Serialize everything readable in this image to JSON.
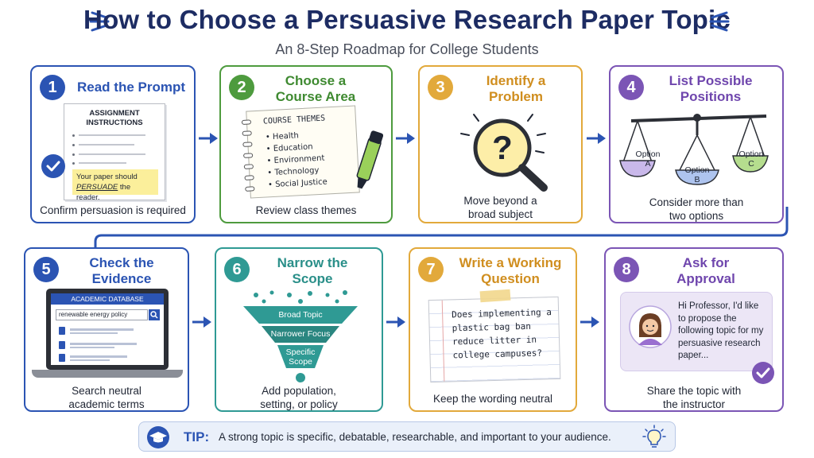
{
  "header": {
    "title": "How to Choose a Persuasive Research Paper Topic",
    "subtitle": "An 8-Step Roadmap for College Students"
  },
  "steps": [
    {
      "number": "1",
      "title": "Read the Prompt",
      "caption": "Confirm persuasion is required",
      "doc_title_1": "ASSIGNMENT",
      "doc_title_2": "INSTRUCTIONS",
      "note_1": "Your paper should",
      "note_em": "PERSUADE",
      "note_2": " the reader."
    },
    {
      "number": "2",
      "title_1": "Choose a",
      "title_2": "Course Area",
      "caption": "Review class themes",
      "notebook_title": "COURSE THEMES",
      "items": [
        "• Health",
        "• Education",
        "• Environment",
        "• Technology",
        "• Social Justice"
      ]
    },
    {
      "number": "3",
      "title_1": "Identify a",
      "title_2": "Problem",
      "caption_1": "Move beyond a",
      "caption_2": "broad subject"
    },
    {
      "number": "4",
      "title_1": "List Possible",
      "title_2": "Positions",
      "caption_1": "Consider more than",
      "caption_2": "two options",
      "options": [
        {
          "l1": "Option",
          "l2": "A"
        },
        {
          "l1": "Option",
          "l2": "B"
        },
        {
          "l1": "Option",
          "l2": "C"
        }
      ]
    },
    {
      "number": "5",
      "title_1": "Check the",
      "title_2": "Evidence",
      "caption_1": "Search neutral",
      "caption_2": "academic terms",
      "db_title": "ACADEMIC DATABASE",
      "search_value": "renewable energy policy"
    },
    {
      "number": "6",
      "title_1": "Narrow the",
      "title_2": "Scope",
      "caption_1": "Add population,",
      "caption_2": "setting, or policy",
      "funnel": [
        "Broad Topic",
        "Narrower Focus",
        "Specific",
        "Scope"
      ]
    },
    {
      "number": "7",
      "title_1": "Write a Working",
      "title_2": "Question",
      "caption": "Keep the wording neutral",
      "question": "Does implementing a plastic bag ban reduce litter in college campuses?"
    },
    {
      "number": "8",
      "title_1": "Ask for",
      "title_2": "Approval",
      "caption_1": "Share the topic with",
      "caption_2": "the instructor",
      "message": "Hi Professor, I'd like to propose the following topic for my persuasive research paper..."
    }
  ],
  "tip": {
    "label": "TIP:",
    "text": "A strong topic is specific, debatable, researchable, and important to your audience."
  },
  "colors": {
    "navy": "#1d2c63",
    "blue": "#2b54b3",
    "green": "#4e9b3e",
    "gold": "#e2a93b",
    "purple": "#7b55b5",
    "teal": "#2f9a94"
  }
}
